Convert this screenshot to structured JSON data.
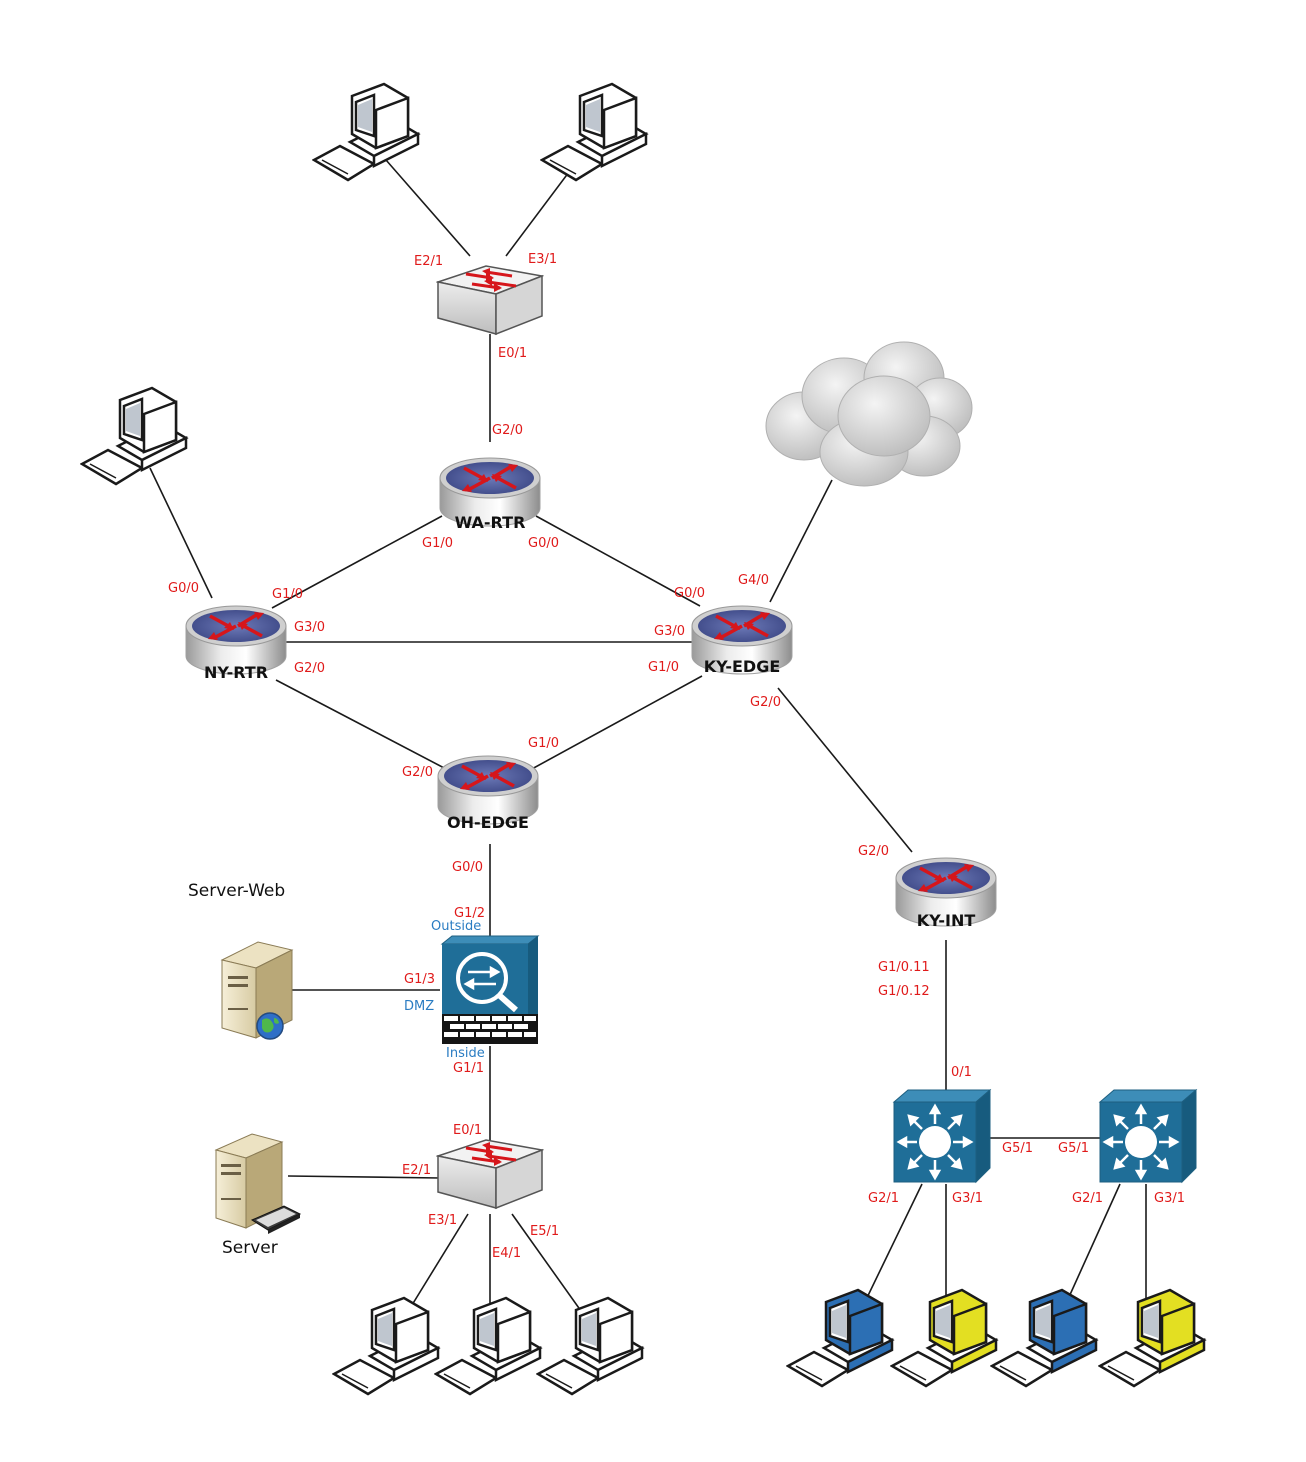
{
  "routers": {
    "wa": "WA-RTR",
    "ny": "NY-RTR",
    "ky_edge": "KY-EDGE",
    "oh_edge": "OH-EDGE",
    "ky_int": "KY-INT"
  },
  "labels": {
    "server_web": "Server-Web",
    "server": "Server"
  },
  "ports": {
    "top_sw_e21": "E2/1",
    "top_sw_e31": "E3/1",
    "top_sw_e01": "E0/1",
    "wa_g20": "G2/0",
    "wa_g10": "G1/0",
    "wa_g00": "G0/0",
    "ny_g00": "G0/0",
    "ny_g10": "G1/0",
    "ny_g30": "G3/0",
    "ny_g20": "G2/0",
    "ky_g00": "G0/0",
    "ky_g40": "G4/0",
    "ky_g30": "G3/0",
    "ky_g10": "G1/0",
    "ky_g20": "G2/0",
    "oh_g20": "G2/0",
    "oh_g10": "G1/0",
    "oh_g00": "G0/0",
    "fw_g12": "G1/2",
    "fw_g13": "G1/3",
    "fw_g11": "G1/1",
    "bot_sw_e01": "E0/1",
    "bot_sw_e21": "E2/1",
    "bot_sw_e31": "E3/1",
    "bot_sw_e41": "E4/1",
    "bot_sw_e51": "E5/1",
    "kyint_g20": "G2/0",
    "kyint_g1011": "G1/0.11",
    "kyint_g1012": "G1/0.12",
    "l3a_01": "0/1",
    "l3a_g51": "G5/1",
    "l3b_g51": "G5/1",
    "l3a_g21": "G2/1",
    "l3a_g31": "G3/1",
    "l3b_g21": "G2/1",
    "l3b_g31": "G3/1"
  },
  "zones": {
    "outside": "Outside",
    "dmz": "DMZ",
    "inside": "Inside"
  },
  "colors": {
    "port_label": "#e01a1a",
    "zone_label": "#2a7cc2",
    "l3_switch": "#1f6e98",
    "pc_blue": "#2c6fb4",
    "pc_yellow": "#e3df22",
    "router_top": "#4c5a9c"
  },
  "icons": {
    "pc": "desktop-computer-icon",
    "pc_blue": "blue-desktop-computer-icon",
    "pc_yellow": "yellow-desktop-computer-icon",
    "router": "router-icon",
    "switch": "workgroup-switch-icon",
    "l3_switch": "layer3-switch-icon",
    "firewall": "asa-firewall-icon",
    "cloud": "internet-cloud-icon",
    "web_server": "web-server-icon",
    "server": "server-icon"
  }
}
